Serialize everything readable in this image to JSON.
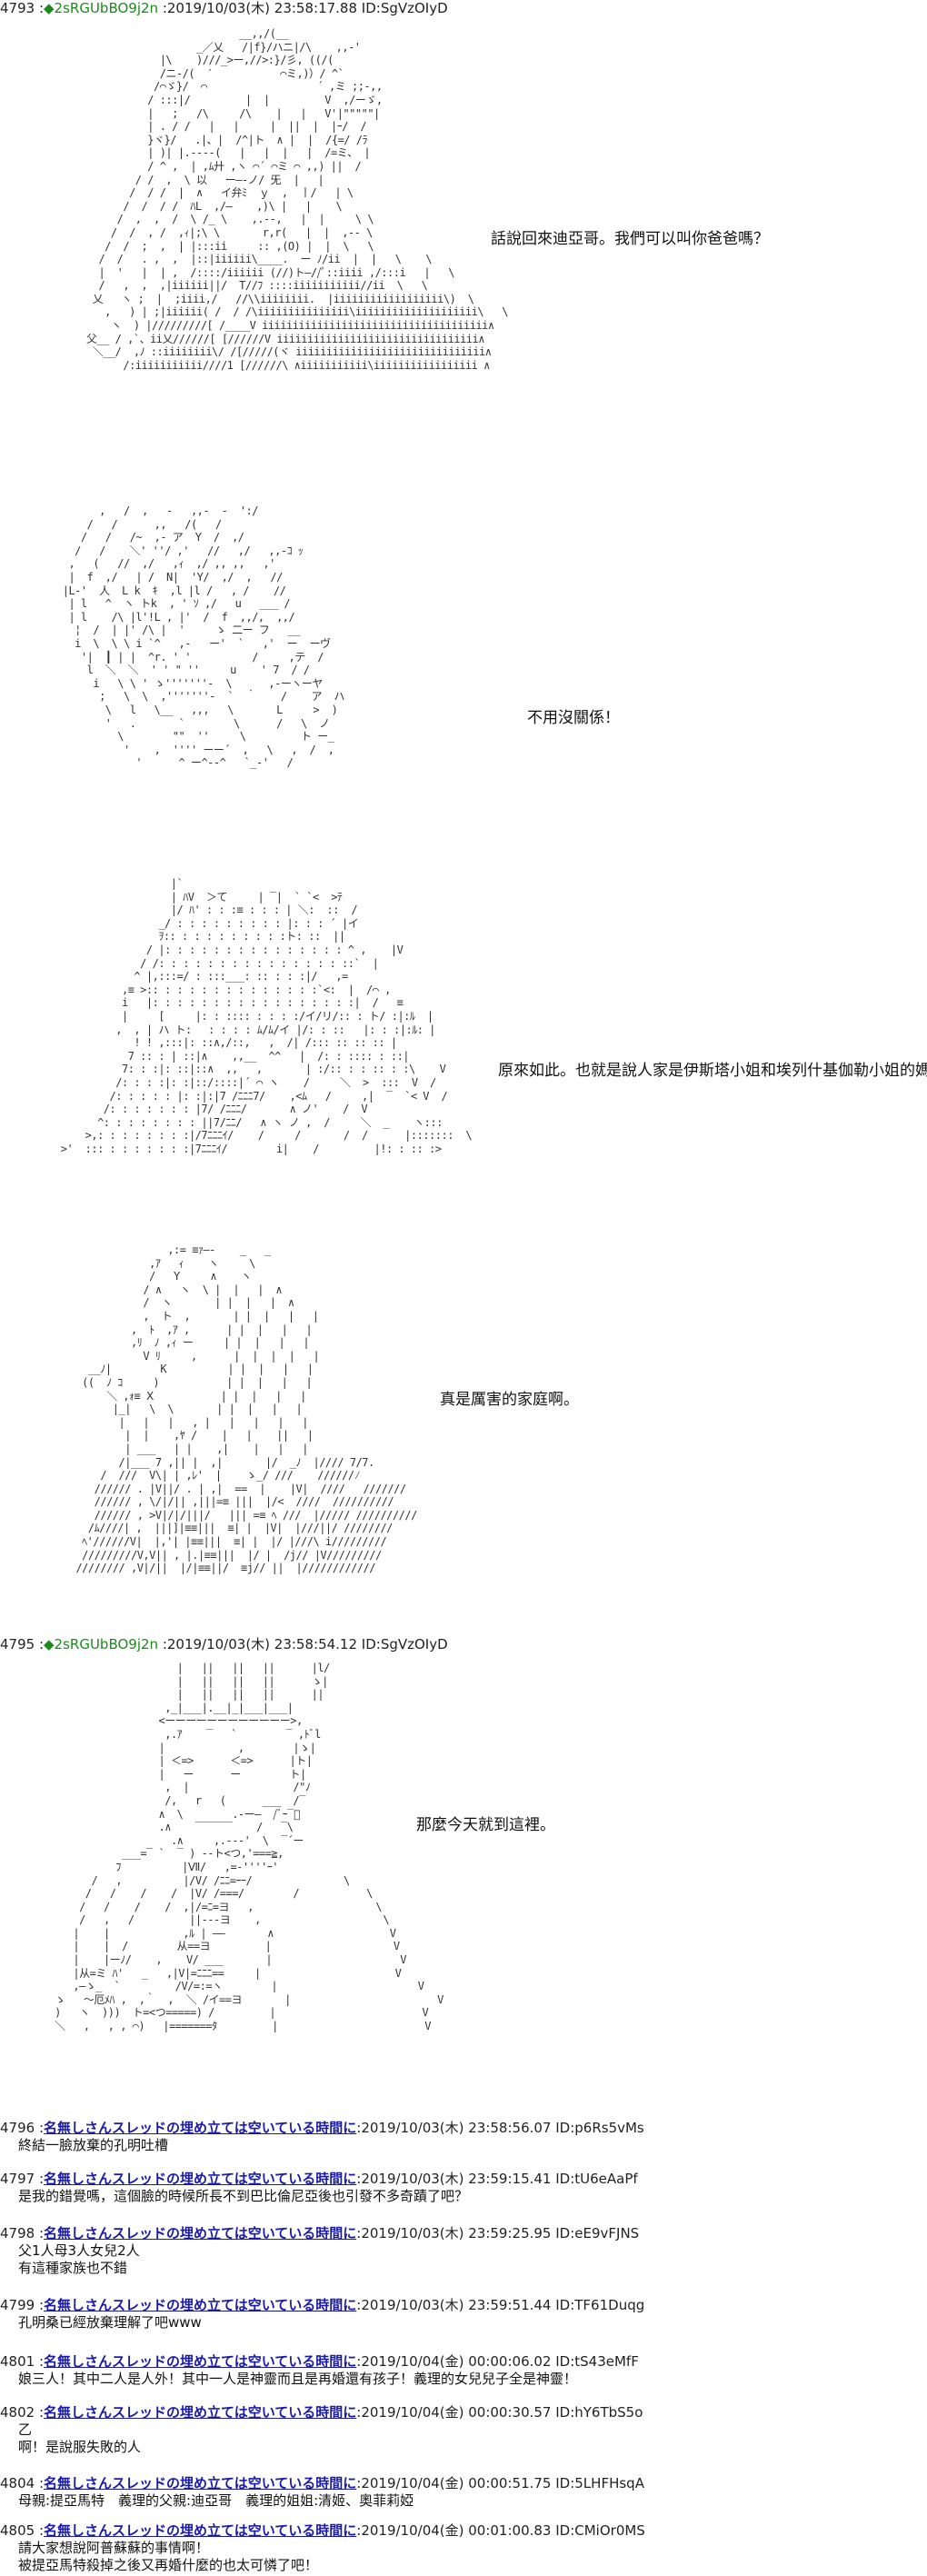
{
  "post1": {
    "header": {
      "num": "4793 :",
      "name": "◆2sRGUbBO9j2n",
      "meta": " :2019/10/03(木) 23:58:17.88 ID:SgVzOIyD"
    },
    "panels": [
      {
        "line": "話說回來迪亞哥。我們可以叫你爸爸嗎？"
      },
      {
        "line": "不用沒關係！"
      },
      {
        "line": "原來如此。也就是說人家是伊斯塔小姐和埃列什基伽勒小姐的媽媽。"
      },
      {
        "line": "真是厲害的家庭啊。"
      }
    ]
  },
  "post2": {
    "header": {
      "num": "4795 :",
      "name": "◆2sRGUbBO9j2n",
      "meta": " :2019/10/03(木) 23:58:54.12 ID:SgVzOIyD"
    },
    "panels": [
      {
        "line": "那麼今天就到這裡。"
      }
    ]
  },
  "comments": [
    {
      "num": "4796 :",
      "name": "名無しさんスレッドの埋め立ては空いている時間に",
      "meta": ":2019/10/03(木) 23:58:56.07 ID:p6Rs5vMs",
      "body": "終結一臉放棄的孔明吐槽"
    },
    {
      "num": "4797 :",
      "name": "名無しさんスレッドの埋め立ては空いている時間に",
      "meta": ":2019/10/03(木) 23:59:15.41 ID:tU6eAaPf",
      "body": "是我的錯覺嗎，這個臉的時候所長不到巴比倫尼亞後也引發不多奇蹟了吧？"
    },
    {
      "num": "4798 :",
      "name": "名無しさんスレッドの埋め立ては空いている時間に",
      "meta": ":2019/10/03(木) 23:59:25.95 ID:eE9vFJNS",
      "body": "父1人母3人女兒2人\n有這種家族也不錯"
    },
    {
      "num": "4799 :",
      "name": "名無しさんスレッドの埋め立ては空いている時間に",
      "meta": ":2019/10/03(木) 23:59:51.44 ID:TF61Duqg",
      "body": "孔明桑已經放棄理解了吧www"
    },
    {
      "num": "4801 :",
      "name": "名無しさんスレッドの埋め立ては空いている時間に",
      "meta": ":2019/10/04(金) 00:00:06.02 ID:tS43eMfF",
      "body": "娘三人！其中二人是人外！其中一人是神靈而且是再婚還有孩子！義理的女兒兒子全是神靈！"
    },
    {
      "num": "4802 :",
      "name": "名無しさんスレッドの埋め立ては空いている時間に",
      "meta": ":2019/10/04(金) 00:00:30.57 ID:hY6TbS5o",
      "body": "乙\n啊！是說服失敗的人"
    },
    {
      "num": "4804 :",
      "name": "名無しさんスレッドの埋め立ては空いている時間に",
      "meta": ":2019/10/04(金) 00:00:51.75 ID:5LHFHsqA",
      "body": "母親:提亞馬特　義理的父親:迪亞哥　義理的姐姐:清姬、奧菲莉婭"
    },
    {
      "num": "4805 :",
      "name": "名無しさんスレッドの埋め立ては空いている時間に",
      "meta": ":2019/10/04(金) 00:01:00.83 ID:CMiOr0MS",
      "body": "請大家想說阿普蘇蘇的事情啊！\n被提亞馬特殺掉之後又再婚什麼的也太可憐了吧！"
    }
  ]
}
